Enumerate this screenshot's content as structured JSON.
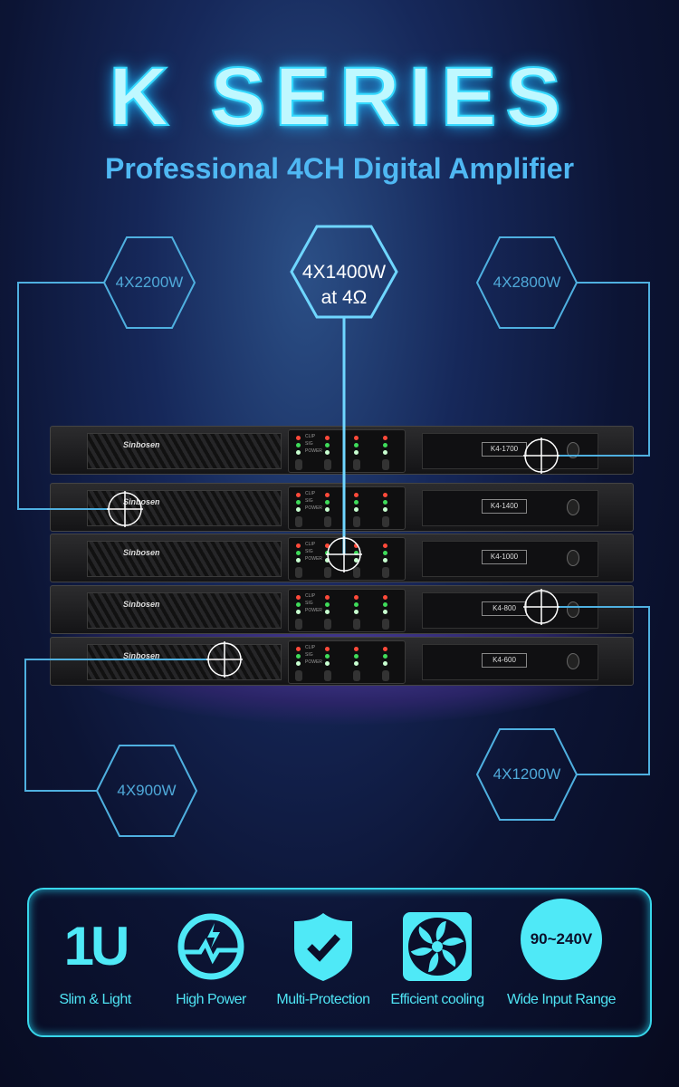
{
  "header": {
    "title": "K SERIES",
    "subtitle": "Professional 4CH Digital Amplifier"
  },
  "power_labels": {
    "top_left": "4X2200W",
    "top_center_line1": "4X1400W",
    "top_center_line2": "at 4Ω",
    "top_right": "4X2800W",
    "bottom_left": "4X900W",
    "bottom_right": "4X1200W"
  },
  "amplifiers": [
    {
      "brand": "Sinbosen",
      "model": "K4-1700"
    },
    {
      "brand": "Sinbosen",
      "model": "K4-1400"
    },
    {
      "brand": "Sinbosen",
      "model": "K4-1000"
    },
    {
      "brand": "Sinbosen",
      "model": "K4-800"
    },
    {
      "brand": "Sinbosen",
      "model": "K4-600"
    }
  ],
  "panel_labels": {
    "clip": "CLIP",
    "sig": "SIG",
    "power": "POWER"
  },
  "features": [
    {
      "icon": "1u-icon",
      "icon_text": "1U",
      "label": "Slim & Light"
    },
    {
      "icon": "power-pulse-icon",
      "label": "High Power"
    },
    {
      "icon": "shield-check-icon",
      "label": "Multi-Protection"
    },
    {
      "icon": "fan-icon",
      "label": "Efficient cooling"
    },
    {
      "icon": "voltage-circle-icon",
      "icon_text": "90~240V",
      "label": "Wide Input Range"
    }
  ],
  "colors": {
    "accent": "#3ee6ff",
    "subtitle": "#4fb8f3",
    "line": "#4fb0e0"
  }
}
